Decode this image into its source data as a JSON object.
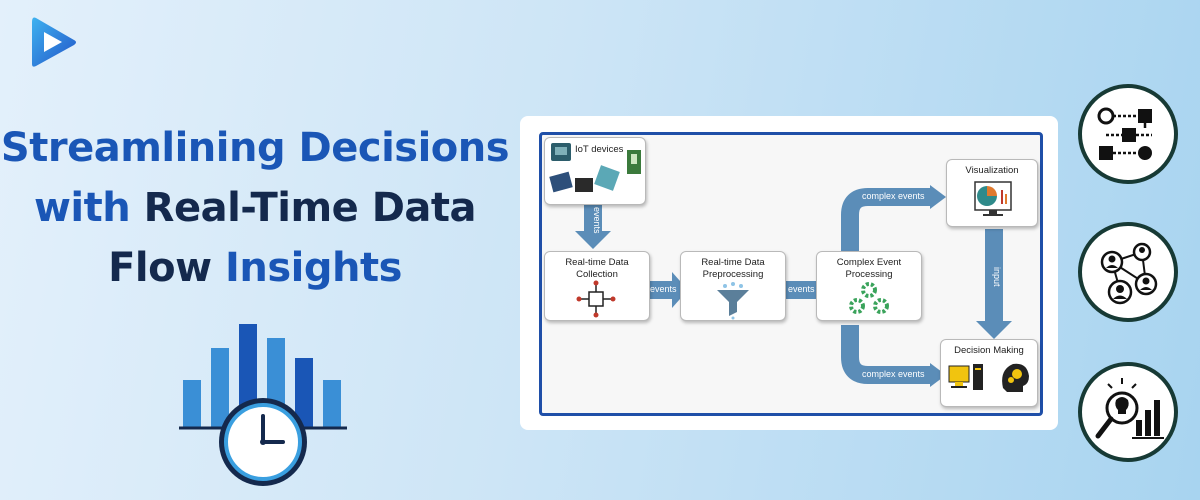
{
  "headline": {
    "line1": "Streamlining Decisions",
    "line2_accent": "with",
    "line2_dark": "Real-Time Data",
    "line3_dark": "Flow",
    "line3_accent": "Insights"
  },
  "diagram": {
    "nodes": {
      "iot": "IoT devices",
      "collection_l1": "Real-time Data",
      "collection_l2": "Collection",
      "preprocessing_l1": "Real-time Data",
      "preprocessing_l2": "Preprocessing",
      "cep_l1": "Complex Event",
      "cep_l2": "Processing",
      "visualization": "Visualization",
      "decision": "Decision Making"
    },
    "edges": {
      "iot_to_collection": "events",
      "collection_to_preprocessing": "events",
      "preprocessing_to_cep": "events",
      "cep_to_visualization": "complex events",
      "cep_to_decision": "complex events",
      "visualization_to_decision": "input"
    }
  },
  "colors": {
    "accent": "#1a56b6",
    "dark": "#14294d",
    "arrow": "#5b8db8",
    "frame": "#1f4fa8",
    "circle_border": "#173a35"
  },
  "icons": [
    "logo-play-icon",
    "bar-clock-icon",
    "workflow-icon",
    "people-network-icon",
    "insight-analytics-icon"
  ]
}
